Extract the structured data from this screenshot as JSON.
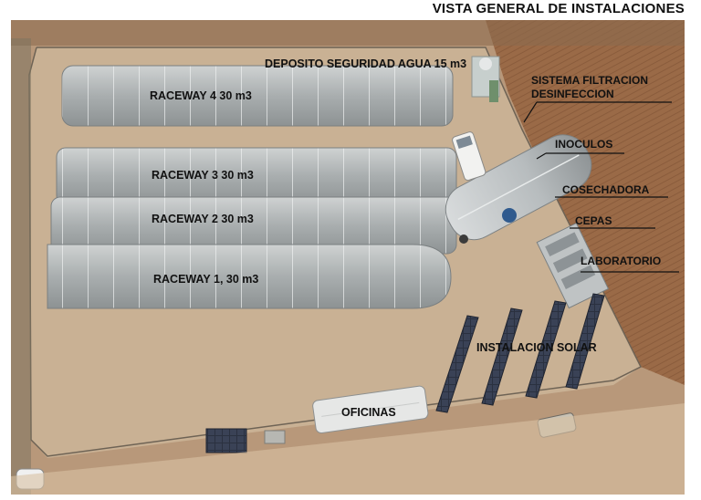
{
  "title": "VISTA GENERAL DE INSTALACIONES",
  "labels": {
    "raceway4": "RACEWAY 4 30 m3",
    "raceway3": "RACEWAY 3 30 m3",
    "raceway2": "RACEWAY 2 30 m3",
    "raceway1": "RACEWAY 1, 30 m3",
    "deposito": "DEPOSITO SEGURIDAD AGUA 15 m3",
    "filtracion_1": "SISTEMA FILTRACION",
    "filtracion_2": "DESINFECCION",
    "inoculos": "INOCULOS",
    "cosechadora": "COSECHADORA",
    "cepas": "CEPAS",
    "laboratorio": "LABORATORIO",
    "solar": "INSTALACION SOLAR",
    "oficinas": "OFICINAS"
  }
}
